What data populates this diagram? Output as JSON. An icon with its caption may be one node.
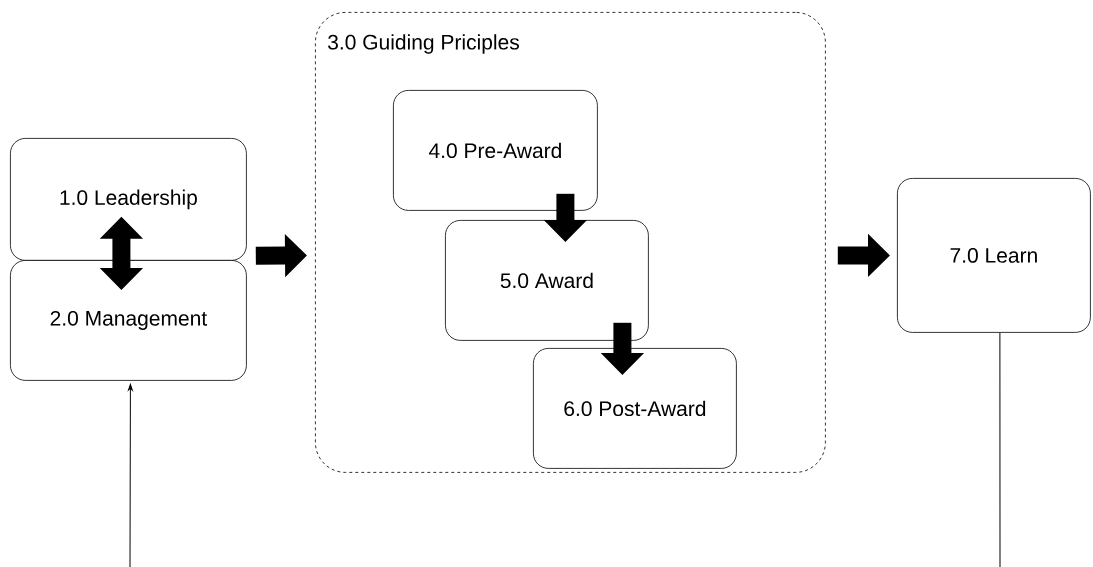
{
  "diagram": {
    "nodes": [
      {
        "text": [
          "1.0 Leadership"
        ]
      },
      {
        "text": [
          "2.0 Management"
        ]
      },
      {
        "text": [
          "3.0 Guiding Priciples"
        ]
      },
      {
        "text": [
          "4.0 Pre-Award"
        ],
        "in": 2
      },
      {
        "text": [
          "5.0 Award"
        ],
        "in": 2
      },
      {
        "text": [
          "6.0 Post-Award"
        ],
        "in": 2
      },
      {
        "text": [
          "7.0 Learn"
        ]
      }
    ],
    "edges": [
      {
        "from": 0,
        "to": 1,
        "arrow": "both"
      },
      {
        "from": 0,
        "to": 2,
        "arrow": "to"
      },
      {
        "from": 3,
        "to": 4,
        "arrow": "to"
      },
      {
        "from": 4,
        "to": 5,
        "arrow": "to"
      },
      {
        "from": 2,
        "to": 6,
        "arrow": "to"
      },
      {
        "from": null,
        "to": 1,
        "arrow": "to"
      },
      {
        "from": 6,
        "to": null,
        "arrow": "none"
      }
    ]
  }
}
